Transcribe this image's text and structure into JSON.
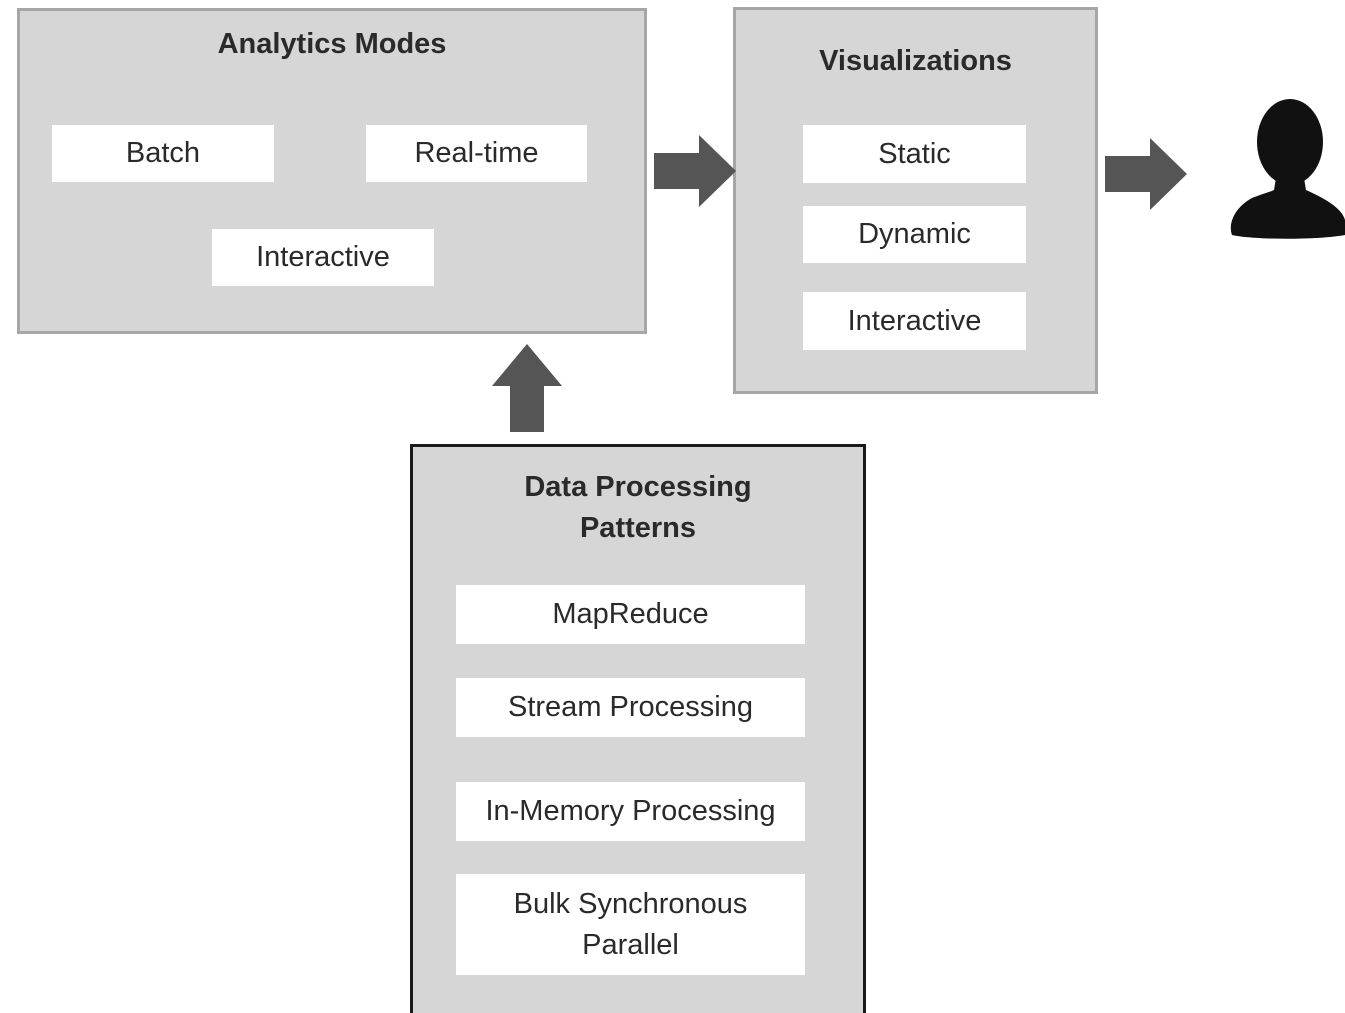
{
  "colors": {
    "panel_fill": "#d6d6d6",
    "item_fill": "#ffffff",
    "arrow": "#555555",
    "user_icon": "#111111"
  },
  "analytics_modes": {
    "title": "Analytics Modes",
    "items": [
      "Batch",
      "Real-time",
      "Interactive"
    ]
  },
  "visualizations": {
    "title": "Visualizations",
    "items": [
      "Static",
      "Dynamic",
      "Interactive"
    ]
  },
  "data_processing": {
    "title": "Data Processing Patterns",
    "items": [
      "MapReduce",
      "Stream Processing",
      "In-Memory Processing",
      "Bulk Synchronous Parallel"
    ]
  },
  "icons": {
    "user": "user-silhouette-icon",
    "flow_right": "arrow-right-icon",
    "flow_up": "arrow-up-icon"
  }
}
